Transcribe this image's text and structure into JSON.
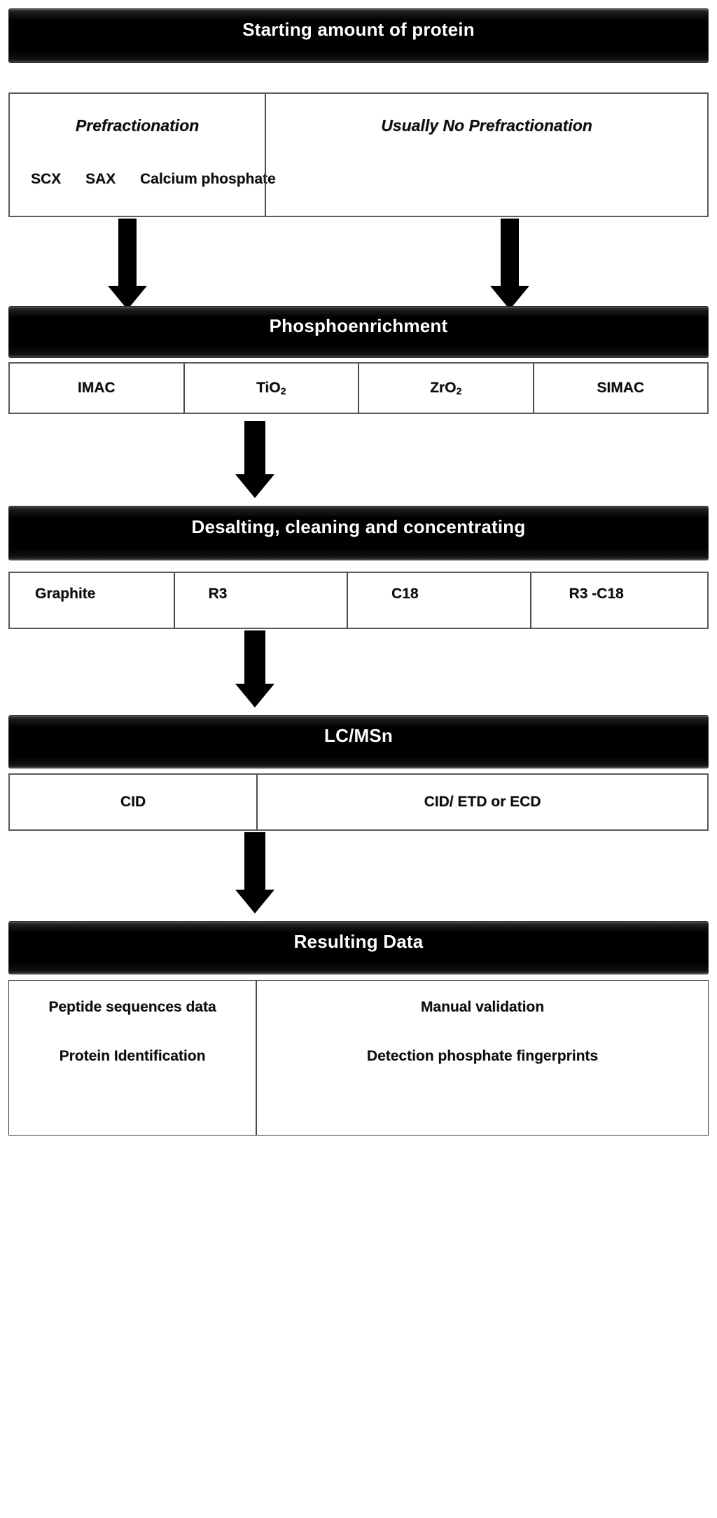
{
  "diagram": {
    "title": "Phosphoproteomics workflow flowchart",
    "accent_color": "#000000",
    "banner_text_color": "#ffffff",
    "box_border_color": "#5a5a5a",
    "stages": [
      {
        "banner": "Starting amount of protein",
        "columns": [
          {
            "heading": "Prefractionation",
            "items": [
              "SCX",
              "SAX",
              "Calcium phosphate"
            ]
          },
          {
            "heading": "Usually No Prefractionation",
            "items": []
          }
        ]
      },
      {
        "banner": "Phosphoenrichment",
        "columns": [
          {
            "heading": "IMAC",
            "items": []
          },
          {
            "heading": "TiO2",
            "items": []
          },
          {
            "heading": "ZrO2",
            "items": []
          },
          {
            "heading": "SIMAC",
            "items": []
          }
        ]
      },
      {
        "banner": "Desalting, cleaning and concentrating",
        "columns": [
          {
            "heading": "Graphite",
            "items": []
          },
          {
            "heading": "R3",
            "items": []
          },
          {
            "heading": "C18",
            "items": []
          },
          {
            "heading": "R3 -C18",
            "items": []
          }
        ]
      },
      {
        "banner": "LC/MSn",
        "columns": [
          {
            "heading": "CID",
            "items": []
          },
          {
            "heading": "CID/ ETD or ECD",
            "items": []
          }
        ]
      },
      {
        "banner": "Resulting Data",
        "columns": [
          {
            "heading": "Peptide sequences data",
            "items": [
              "Protein Identification"
            ]
          },
          {
            "heading": "Manual validation",
            "items": [
              "Detection phosphate fingerprints"
            ]
          }
        ]
      }
    ],
    "labels": {
      "stage1_banner": "Starting amount of protein",
      "stage1_col1_heading": "Prefractionation",
      "stage1_col1_item1": "SCX",
      "stage1_col1_item2": "SAX",
      "stage1_col1_item3": "Calcium phosphate",
      "stage1_col2_heading": "Usually No Prefractionation",
      "stage2_banner": "Phosphoenrichment",
      "stage2_col1": "IMAC",
      "stage2_col2_base": "TiO",
      "stage2_col2_sub": "2",
      "stage2_col3_base": "ZrO",
      "stage2_col3_sub": "2",
      "stage2_col4": "SIMAC",
      "stage3_banner": "Desalting, cleaning and concentrating",
      "stage3_col1": "Graphite",
      "stage3_col2": "R3",
      "stage3_col3": "C18",
      "stage3_col4": "R3 -C18",
      "stage4_banner": "LC/MSn",
      "stage4_col1": "CID",
      "stage4_col2": "CID/ ETD or ECD",
      "stage5_banner": "Resulting Data",
      "stage5_col1_line1": "Peptide sequences data",
      "stage5_col1_line2": "Protein Identification",
      "stage5_col2_line1": "Manual validation",
      "stage5_col2_line2": "Detection phosphate fingerprints"
    },
    "connectors": [
      {
        "name": "arrow-prefractionation-to-phosphoenrichment"
      },
      {
        "name": "arrow-no-prefractionation-to-phosphoenrichment"
      },
      {
        "name": "arrow-phosphoenrichment-to-desalting"
      },
      {
        "name": "arrow-desalting-to-lcmsn"
      },
      {
        "name": "arrow-lcmsn-to-resulting-data"
      }
    ]
  }
}
